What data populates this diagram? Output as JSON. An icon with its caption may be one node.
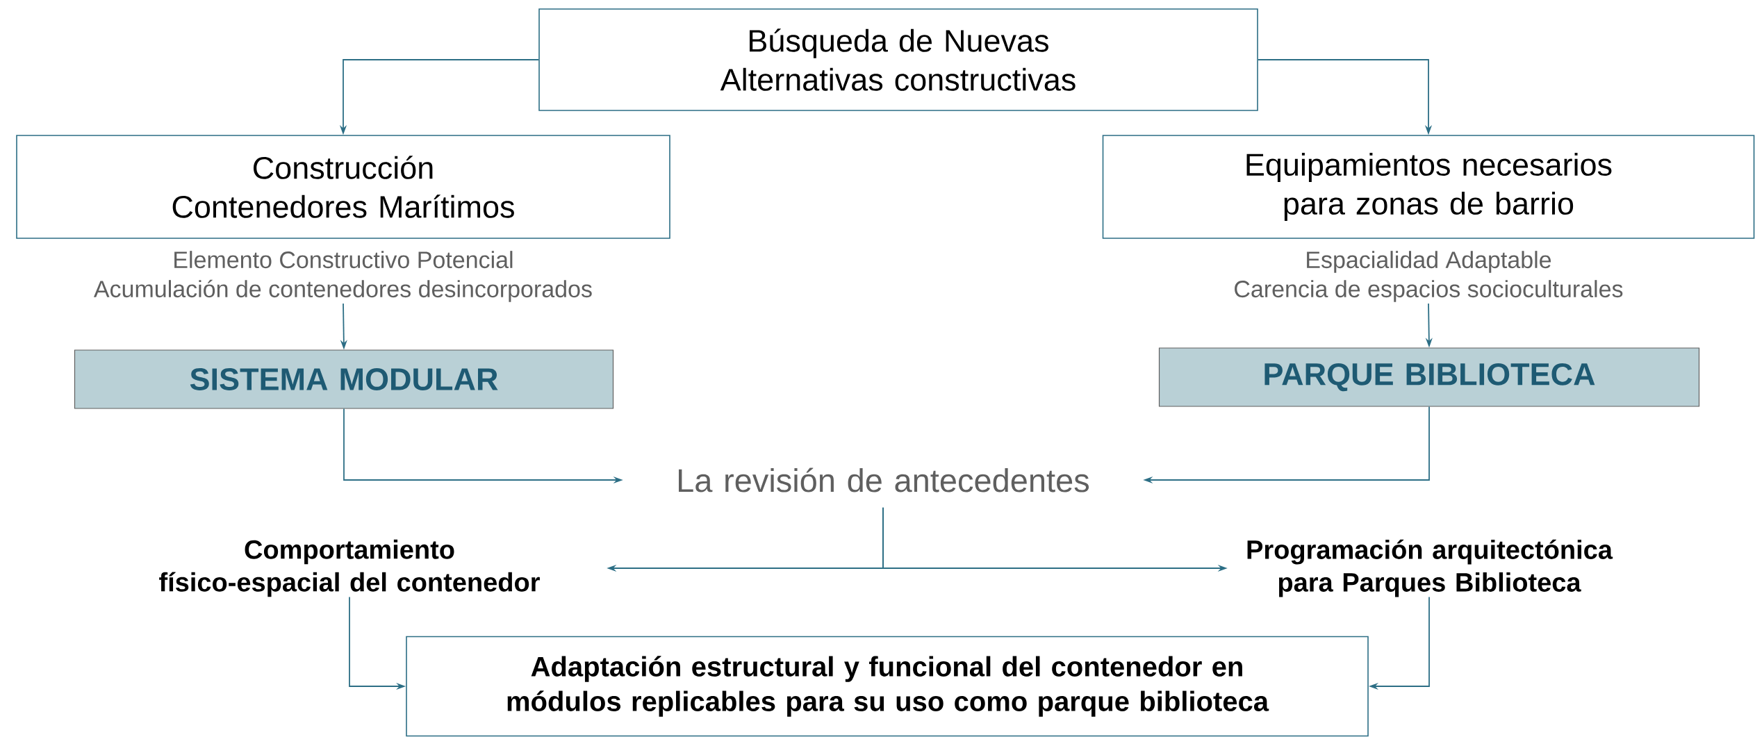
{
  "diagram": {
    "nodes": [
      {
        "text": [
          "Búsqueda de Nuevas Alternativas constructivas"
        ]
      },
      {
        "text": [
          "Construcción Contenedores Marítimos"
        ],
        "beside": [
          "Elemento Constructivo Potencial",
          "Acumulación de contenedores desincorporados"
        ]
      },
      {
        "text": [
          "Equipamientos necesarios para zonas de barrio"
        ],
        "beside": [
          "Espacialidad Adaptable",
          "Carencia de espacios socioculturales"
        ]
      },
      {
        "text": [
          "SISTEMA MODULAR"
        ]
      },
      {
        "text": [
          "PARQUE BIBLIOTECA"
        ]
      },
      {
        "text": [
          "La revisión de antecedentes"
        ]
      },
      {
        "text": [
          "Comportamiento físico-espacial del contenedor"
        ]
      },
      {
        "text": [
          "Programación arquitectónica para Parques Biblioteca"
        ]
      },
      {
        "text": [
          "Adaptación estructural y funcional del contenedor en módulos replicables para su uso como parque biblioteca"
        ]
      }
    ],
    "edges": [
      {
        "from": 0,
        "to": 1,
        "arrow": "to"
      },
      {
        "from": 0,
        "to": 2,
        "arrow": "to"
      },
      {
        "from": 1,
        "to": 3,
        "arrow": "to"
      },
      {
        "from": 2,
        "to": 4,
        "arrow": "to"
      },
      {
        "from": 3,
        "to": 5,
        "arrow": "to"
      },
      {
        "from": 4,
        "to": 5,
        "arrow": "to"
      },
      {
        "from": 5,
        "to": 6,
        "arrow": "to"
      },
      {
        "from": 5,
        "to": 7,
        "arrow": "to"
      },
      {
        "from": 6,
        "to": 8,
        "arrow": "to"
      },
      {
        "from": 7,
        "to": 8,
        "arrow": "to"
      }
    ]
  }
}
